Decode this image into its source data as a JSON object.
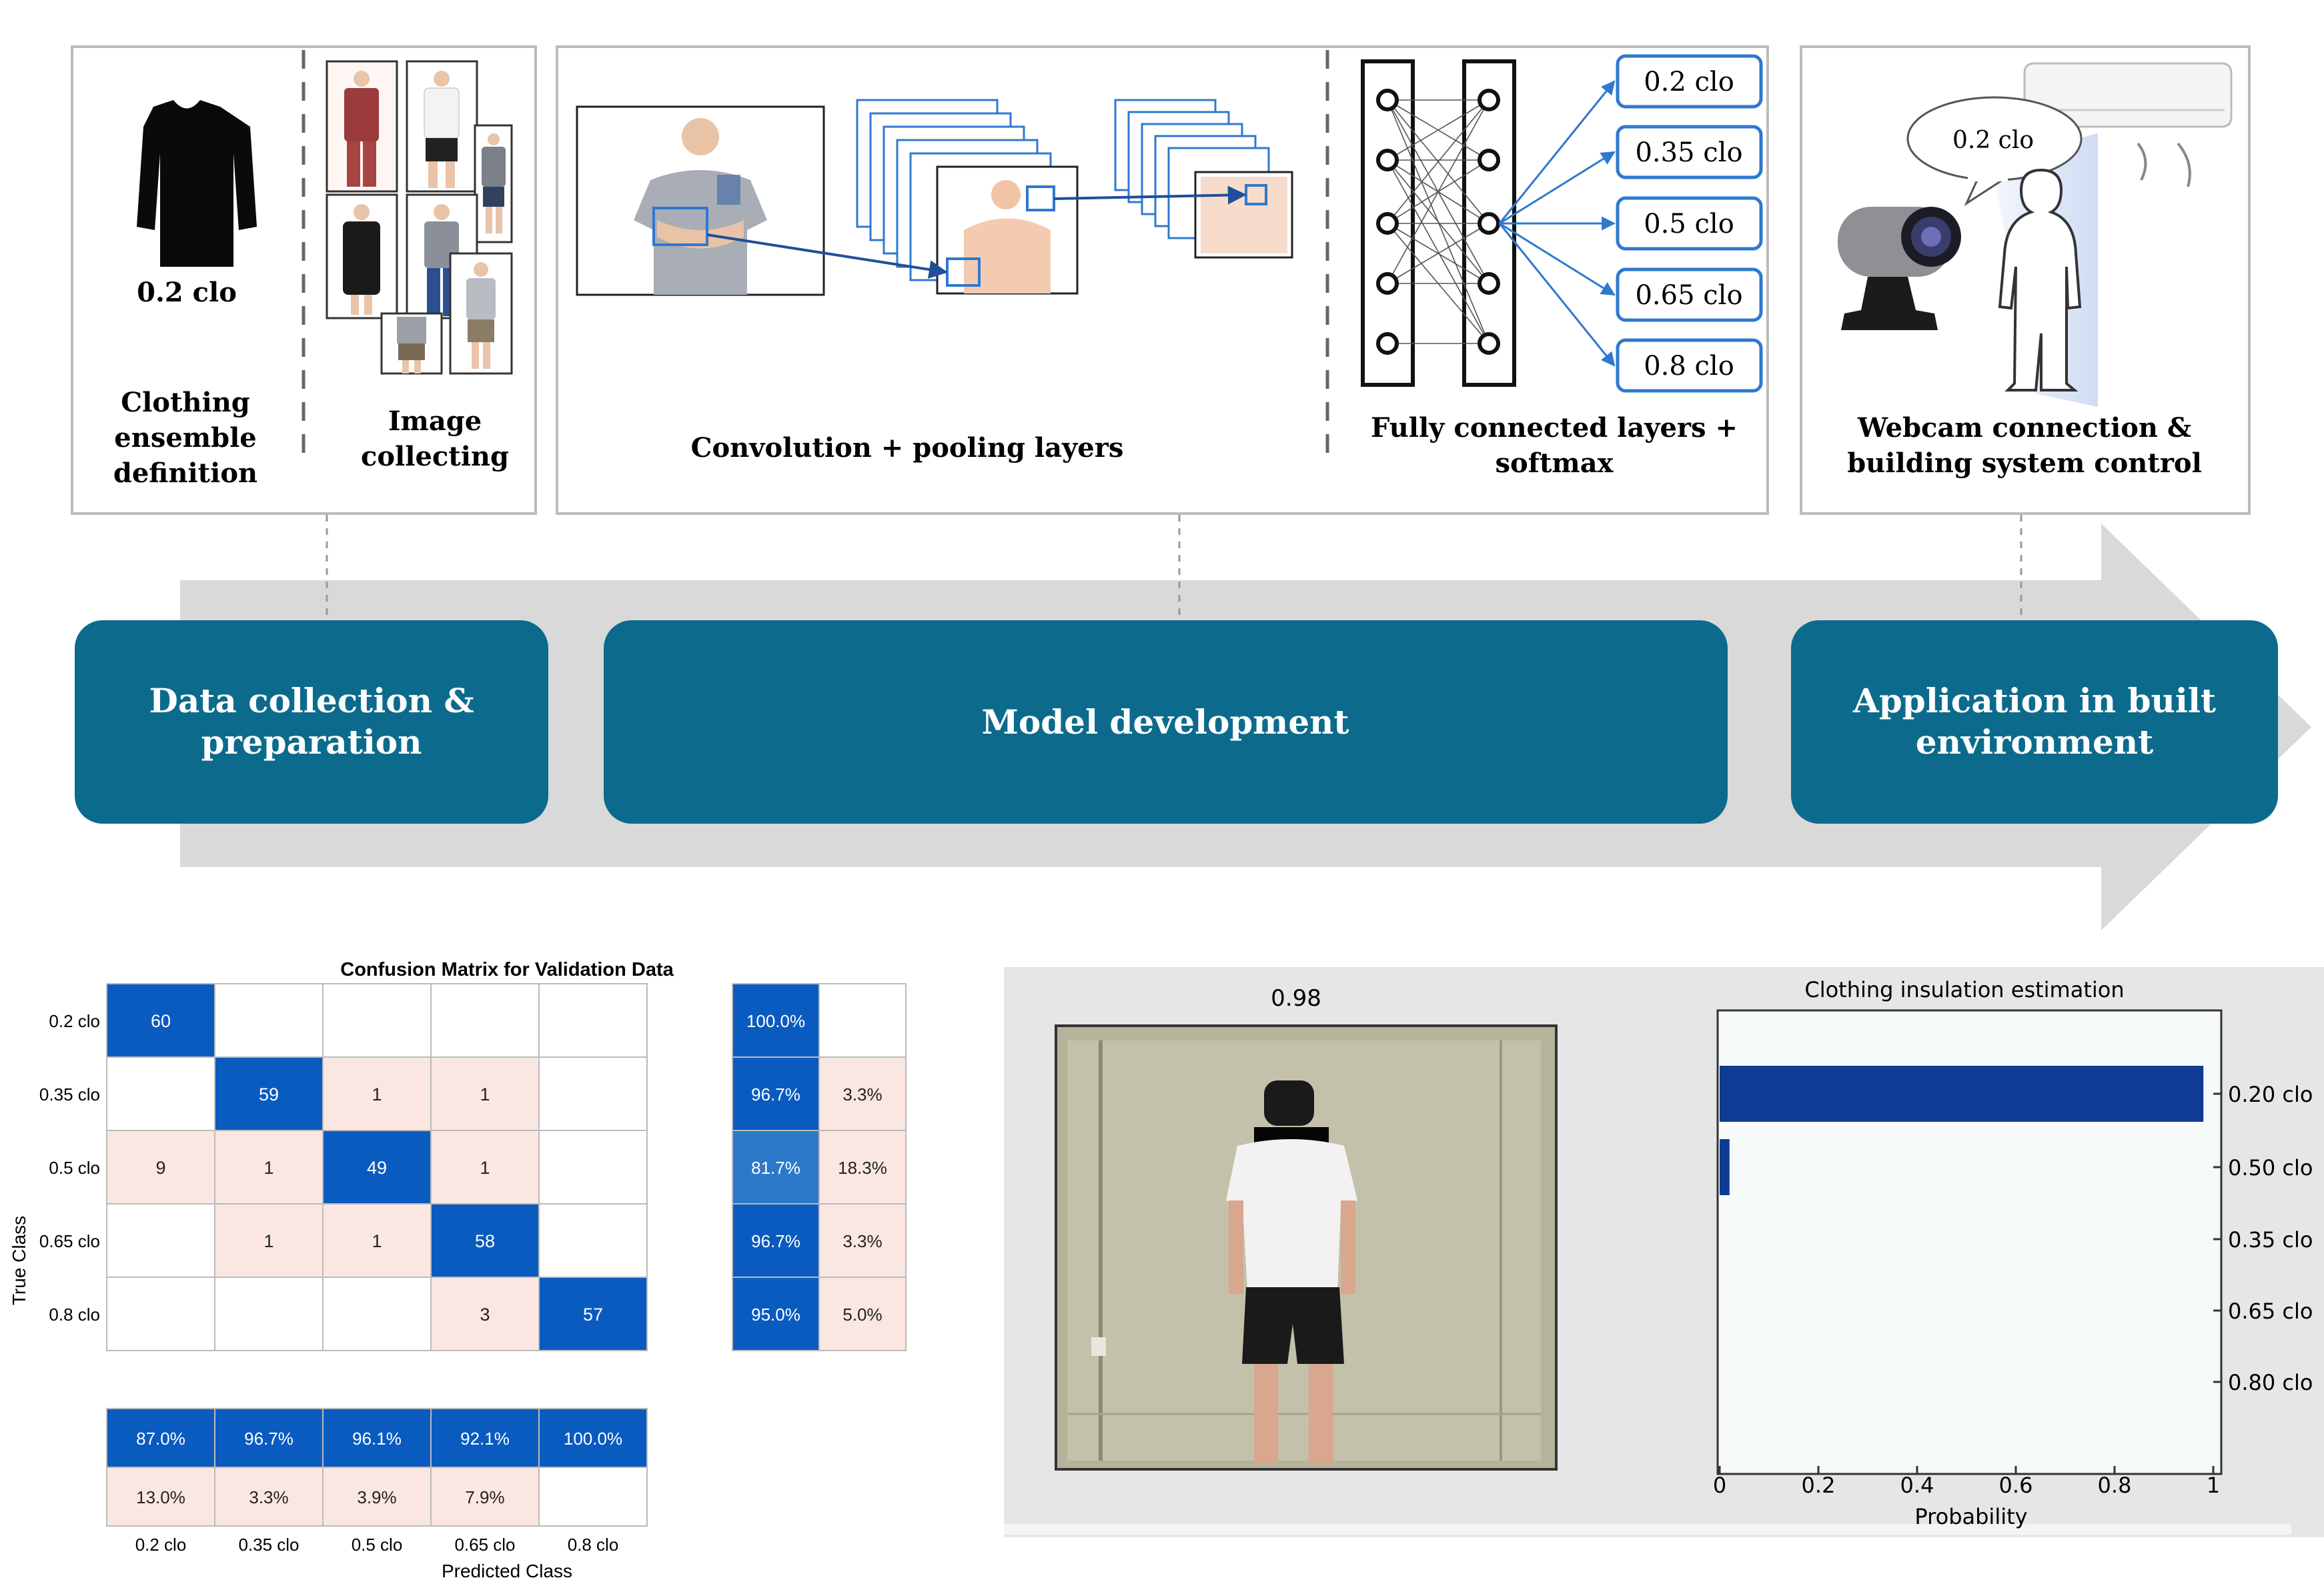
{
  "panels": {
    "data_collection": {
      "clo_label": "0.2 clo",
      "clothing_def_label": [
        "Clothing",
        "ensemble",
        "definition"
      ],
      "image_collect_label": [
        "Image",
        "collecting"
      ]
    },
    "model": {
      "conv_label": "Convolution + pooling layers",
      "fc_label": [
        "Fully connected layers +",
        "softmax"
      ],
      "outputs": [
        "0.2 clo",
        "0.35 clo",
        "0.5 clo",
        "0.65 clo",
        "0.8 clo"
      ]
    },
    "application": {
      "bubble": "0.2 clo",
      "label": [
        "Webcam connection &",
        "building system control"
      ]
    }
  },
  "stages": [
    {
      "label": [
        "Data collection &",
        "preparation"
      ]
    },
    {
      "label": [
        "Model development"
      ]
    },
    {
      "label": [
        "Application in built",
        "environment"
      ]
    }
  ],
  "colors": {
    "stage_fill": "#0c6b8c",
    "arrow": "#d9d9d9",
    "cm_dark": "#0a5bbf",
    "cm_light": "#fbe7e2",
    "bar": "#0e3c94"
  },
  "chart_data": [
    {
      "type": "heatmap",
      "title": "Confusion Matrix for Validation Data",
      "ylabel": "True Class",
      "xlabel": "Predicted Class",
      "rows": [
        "0.2 clo",
        "0.35 clo",
        "0.5 clo",
        "0.65 clo",
        "0.8 clo"
      ],
      "cols": [
        "0.2 clo",
        "0.35 clo",
        "0.5 clo",
        "0.65 clo",
        "0.8 clo"
      ],
      "values": [
        [
          60,
          null,
          null,
          null,
          null
        ],
        [
          null,
          59,
          1,
          1,
          null
        ],
        [
          9,
          1,
          49,
          1,
          null
        ],
        [
          null,
          1,
          1,
          58,
          null
        ],
        [
          null,
          null,
          null,
          3,
          57
        ]
      ],
      "row_summary": [
        [
          "100.0%",
          ""
        ],
        [
          "96.7%",
          "3.3%"
        ],
        [
          "81.7%",
          "18.3%"
        ],
        [
          "96.7%",
          "3.3%"
        ],
        [
          "95.0%",
          "5.0%"
        ]
      ],
      "col_summary": [
        [
          "87.0%",
          "96.7%",
          "96.1%",
          "92.1%",
          "100.0%"
        ],
        [
          "13.0%",
          "3.3%",
          "3.9%",
          "7.9%",
          ""
        ]
      ]
    },
    {
      "type": "bar",
      "orientation": "horizontal",
      "title": "Clothing insulation estimation",
      "categories": [
        "0.20 clo",
        "0.50 clo",
        "0.35 clo",
        "0.65 clo",
        "0.80 clo"
      ],
      "values": [
        0.98,
        0.02,
        0,
        0,
        0
      ],
      "xlabel": "Probability",
      "xlim": [
        0,
        1
      ],
      "xticks": [
        "0",
        "0.2",
        "0.4",
        "0.6",
        "0.8",
        "1"
      ]
    }
  ],
  "webcam": {
    "score": "0.98"
  }
}
